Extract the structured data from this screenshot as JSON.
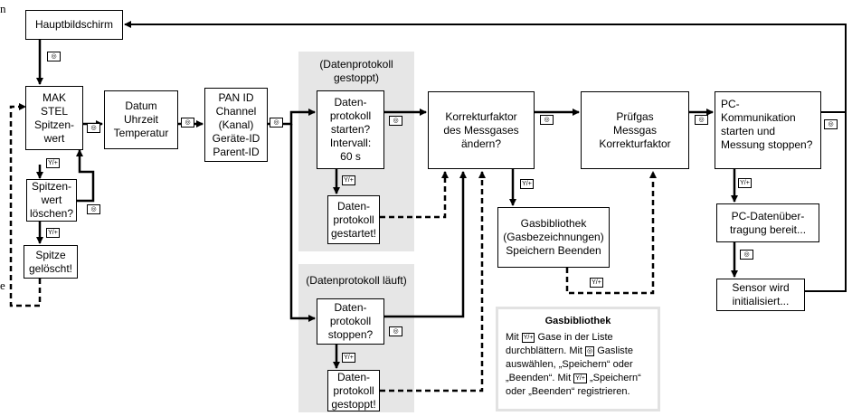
{
  "boxes": {
    "main": "Hauptbildschirm",
    "peak": "MAK\nSTEL\nSpitzen-\nwert",
    "clear_peak": "Spitzen-\nwert\nlöschen?",
    "peak_cleared": "Spitze\ngelöscht!",
    "datetime": "Datum\nUhrzeit\nTemperatur",
    "pan": "PAN ID\nChannel\n(Kanal)\nGeräte-ID\nParent-ID",
    "log_start": "Daten-\nprotokoll\nstarten?\nIntervall:\n60 s",
    "log_started": "Daten-\nprotokoll\ngestartet!",
    "log_stop": "Daten-\nprotokoll\nstoppen?",
    "log_stopped": "Daten-\nprotokoll\ngestoppt!",
    "correction": "Korrekturfaktor\ndes Messgases\nändern?",
    "gas_library": "Gasbibliothek\n(Gasbezeichnungen)\nSpeichern   Beenden",
    "test_gas": "Prüfgas\nMessgas\nKorrekturfaktor",
    "pc_comm": "PC-\nKommunikation\nstarten und\nMessung stoppen?",
    "pc_ready": "PC-Datenüber-\ntragung bereit...",
    "sensor_init": "Sensor wird\ninitialisiert..."
  },
  "panels": {
    "stopped_label": "(Datenprotokoll\ngestoppt)",
    "running_label": "(Datenprotokoll läuft)"
  },
  "keys": {
    "mode": "◎",
    "yplus": "Y/+"
  },
  "legend": {
    "title": "Gasbibliothek",
    "p1": "Mit",
    "p2": "Gase in der Liste durchblättern. Mit",
    "p3": "Gasliste auswählen, „Speichern“ oder „Beenden“. Mit",
    "p4": "„Speichern“ oder „Beenden“ registrieren."
  },
  "margin": {
    "top": "n",
    "bottom": "e"
  }
}
